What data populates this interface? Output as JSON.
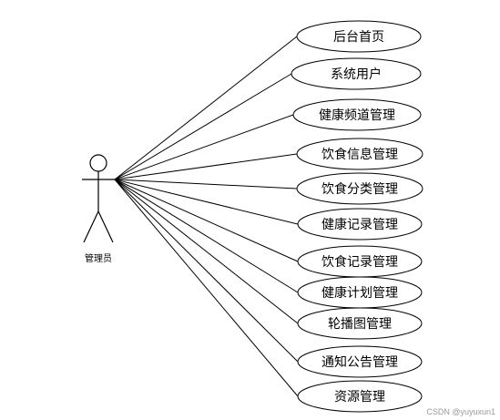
{
  "diagram": {
    "actor": {
      "label": "管理员"
    },
    "use_cases": [
      {
        "label": "后台首页"
      },
      {
        "label": "系统用户"
      },
      {
        "label": "健康频道管理"
      },
      {
        "label": "饮食信息管理"
      },
      {
        "label": "饮食分类管理"
      },
      {
        "label": "健康记录管理"
      },
      {
        "label": "饮食记录管理"
      },
      {
        "label": "健康计划管理"
      },
      {
        "label": "轮播图管理"
      },
      {
        "label": "通知公告管理"
      },
      {
        "label": "资源管理"
      }
    ]
  },
  "watermark": {
    "text": "CSDN @yuyuxun1"
  }
}
